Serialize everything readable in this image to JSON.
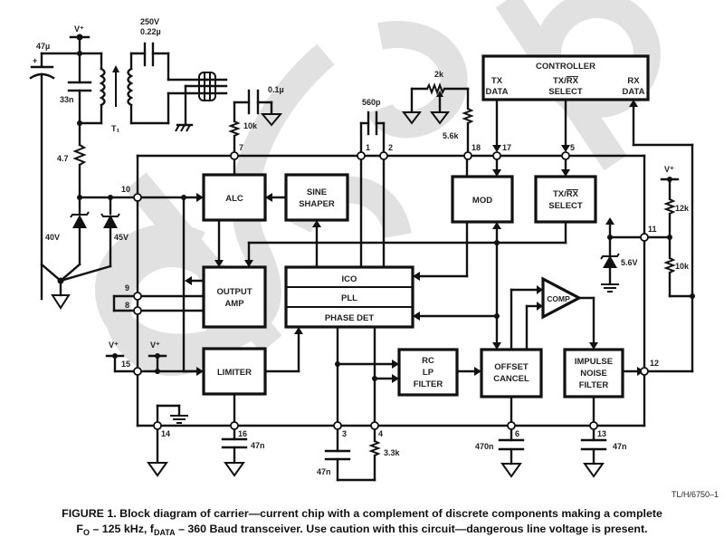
{
  "diagram": {
    "type": "block-diagram",
    "subject": "carrier-current transceiver chip with discrete components",
    "watermark_text": "Obsolete",
    "blocks": [
      {
        "id": "alc",
        "label": "ALC"
      },
      {
        "id": "sine_shaper",
        "label_lines": [
          "SINE",
          "SHAPER"
        ]
      },
      {
        "id": "output_amp",
        "label_lines": [
          "OUTPUT",
          "AMP"
        ]
      },
      {
        "id": "limiter",
        "label": "LIMITER"
      },
      {
        "id": "pll",
        "sections": [
          "ICO",
          "PLL",
          "PHASE DET"
        ]
      },
      {
        "id": "rc_lp_filter",
        "label_lines": [
          "RC",
          "LP",
          "FILTER"
        ]
      },
      {
        "id": "offset_cancel",
        "label_lines": [
          "OFFSET",
          "CANCEL"
        ]
      },
      {
        "id": "comp",
        "label": "COMP"
      },
      {
        "id": "impulse_noise_filter",
        "label_lines": [
          "IMPULSE",
          "NOISE",
          "FILTER"
        ]
      },
      {
        "id": "mod",
        "label": "MOD"
      },
      {
        "id": "txrx_select",
        "label_lines": [
          "TX/RX",
          "SELECT"
        ]
      },
      {
        "id": "controller",
        "label": "CONTROLLER",
        "ports": [
          "TX DATA",
          "TX/RX SELECT",
          "RX DATA"
        ]
      }
    ],
    "controller": {
      "title": "CONTROLLER",
      "tx_data_1": "TX",
      "tx_data_2": "DATA",
      "txrx_1": "TX/",
      "txrx_rx": "RX",
      "txrx_2": "SELECT",
      "rx_data_1": "RX",
      "rx_data_2": "DATA"
    },
    "labels": {
      "alc": "ALC",
      "sine_1": "SINE",
      "sine_2": "SHAPER",
      "outamp_1": "OUTPUT",
      "outamp_2": "AMP",
      "limiter": "LIMITER",
      "ico": "ICO",
      "pll": "PLL",
      "phase_det": "PHASE DET",
      "rc_1": "RC",
      "rc_2": "LP",
      "rc_3": "FILTER",
      "offset_1": "OFFSET",
      "offset_2": "CANCEL",
      "comp": "COMP",
      "imp_1": "IMPULSE",
      "imp_2": "NOISE",
      "imp_3": "FILTER",
      "mod": "MOD",
      "txsel_1": "TX/",
      "txsel_rx": "RX",
      "txsel_2": "SELECT"
    },
    "pins": [
      "1",
      "2",
      "3",
      "4",
      "5",
      "6",
      "7",
      "8",
      "9",
      "10",
      "11",
      "12",
      "13",
      "14",
      "15",
      "16",
      "17",
      "18"
    ],
    "pin_labels": {
      "p1": "1",
      "p2": "2",
      "p3": "3",
      "p4": "4",
      "p5": "5",
      "p6": "6",
      "p7": "7",
      "p8": "8",
      "p9": "9",
      "p10": "10",
      "p11": "11",
      "p12": "12",
      "p13": "13",
      "p14": "14",
      "p15": "15",
      "p16": "16",
      "p17": "17",
      "p18": "18"
    },
    "components": {
      "c_47u": "47µ",
      "c_33n": "33n",
      "vplus": "V⁺",
      "c_250v": "250V",
      "c_022u": "0.22µ",
      "t1": "T₁",
      "r_4_7": "4.7",
      "z_40v": "40V",
      "z_45v": "45V",
      "c_01u": "0.1µ",
      "r_10k_alc": "10k",
      "c_560p": "560p",
      "r_2k": "2k",
      "r_5_6k": "5.6k",
      "r_12k": "12k",
      "r_10k_div": "10k",
      "z_5_6v": "5.6V",
      "c_47n_16": "47n",
      "c_47n_3": "47n",
      "r_3_3k": "3.3k",
      "c_470n": "470n",
      "c_47n_13": "47n"
    }
  },
  "figure": {
    "ref_id": "TL/H/6750–1",
    "caption_line1": "FIGURE 1. Block diagram of carrier—current chip with a complement of discrete components making a complete",
    "caption_line2_a": "F",
    "caption_line2_sub_a": "O",
    "caption_line2_b": " – 125 kHz, f",
    "caption_line2_sub_b": "DATA",
    "caption_line2_c": " – 360 Baud transceiver. Use caution with this circuit—dangerous line voltage is present."
  }
}
